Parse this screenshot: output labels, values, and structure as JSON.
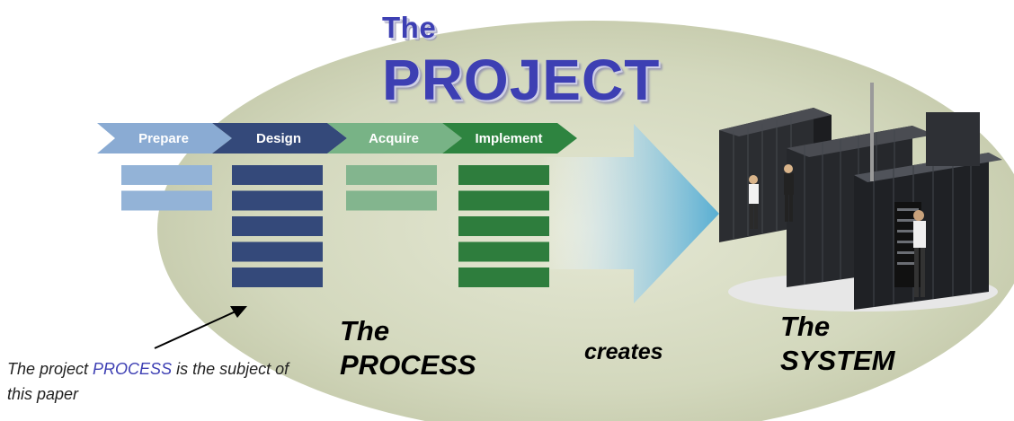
{
  "title": {
    "line1": "The",
    "line2": "PROJECT"
  },
  "phases": [
    {
      "label": "Prepare",
      "color": "#8aabd3",
      "task_color": "#93b3d7",
      "task_count": 2
    },
    {
      "label": "Design",
      "color": "#34497a",
      "task_color": "#34497a",
      "task_count": 5
    },
    {
      "label": "Acquire",
      "color": "#78b386",
      "task_color": "#83b58e",
      "task_count": 2
    },
    {
      "label": "Implement",
      "color": "#2e8440",
      "task_color": "#2e7d3d",
      "task_count": 5
    }
  ],
  "process_label": {
    "line1": "The",
    "line2": "PROCESS"
  },
  "creates_label": "creates",
  "system_label": {
    "line1": "The",
    "line2": "SYSTEM"
  },
  "caption": {
    "before": "The project ",
    "highlight": "PROCESS",
    "after": " is the subject of this paper"
  },
  "colors": {
    "ellipse": "#d7dcc3",
    "arrow_from": "#ffffff",
    "arrow_to": "#5aaed0",
    "title": "#3d3fb3"
  },
  "illustration": {
    "icon": "server-racks-photo-icon"
  }
}
